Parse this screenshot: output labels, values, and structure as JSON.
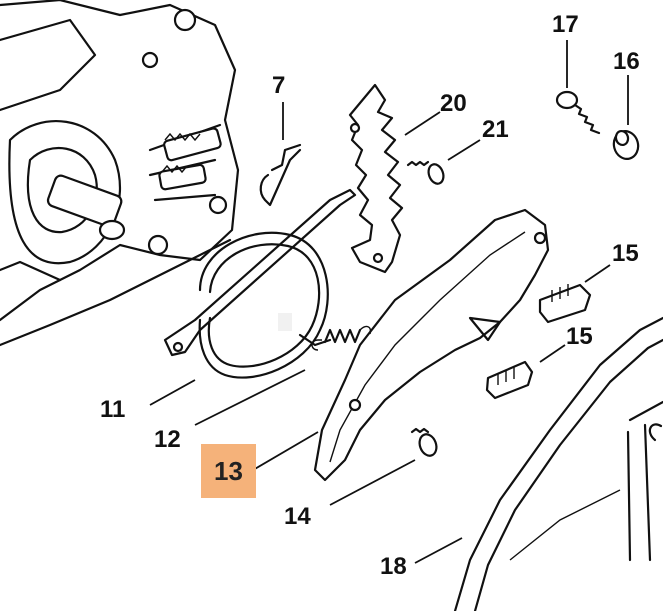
{
  "callouts": {
    "c7": "7",
    "c11": "11",
    "c12": "12",
    "c13": "13",
    "c14": "14",
    "c15a": "15",
    "c15b": "15",
    "c16": "16",
    "c17": "17",
    "c18": "18",
    "c20": "20",
    "c21": "21"
  },
  "colors": {
    "highlight": "#f5b27a",
    "line": "#111111",
    "background": "#ffffff"
  }
}
